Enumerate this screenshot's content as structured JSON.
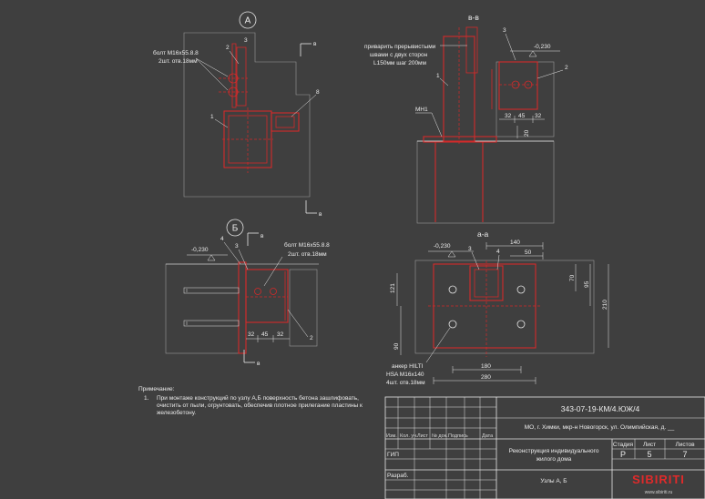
{
  "views": {
    "node_a": {
      "circle": "А",
      "bolt_line1": "болт М16х55.8.8",
      "bolt_line2": "2шт. отв.18мм",
      "pos_1": "1",
      "pos_2": "2",
      "pos_3": "3",
      "pos_8": "8",
      "cut_mark": "в"
    },
    "section_b": {
      "title": "в-в",
      "weld_note1": "приварить прерывистыми",
      "weld_note2": "швами с двух сторон",
      "weld_note3": "L150мм шаг 200мм",
      "mn1": "МН1",
      "level": "-0,230",
      "pos_1": "1",
      "pos_2": "2",
      "pos_3": "3",
      "dim_32a": "32",
      "dim_45": "45",
      "dim_32b": "32",
      "dim_20": "20"
    },
    "node_b": {
      "circle": "Б",
      "level": "-0,230",
      "bolt_line1": "болт М16х55.8.8",
      "bolt_line2": "2шт. отв.18мм",
      "pos_2": "2",
      "pos_3": "3",
      "pos_4": "4",
      "dim_32a": "32",
      "dim_45": "45",
      "dim_32b": "32",
      "cut_mark": "в"
    },
    "section_a": {
      "title": "а-а",
      "level": "-0,230",
      "pos_3": "3",
      "pos_4": "4",
      "dim_140": "140",
      "dim_50": "50",
      "dim_70": "70",
      "dim_95": "95",
      "dim_121": "121",
      "dim_210": "210",
      "dim_90": "90",
      "dim_180": "180",
      "dim_280": "280",
      "anchor1": "анкер HILTI",
      "anchor2": "HSA M16x140",
      "anchor3": "4шт. отв.18мм"
    }
  },
  "notes": {
    "heading": "Примечание:",
    "item_number": "1.",
    "line1": "При монтаже конструкций по узлу А,Б поверхность бетона зашлифовать,",
    "line2": "очистить от пыли, огрунтовать, обеспечив плотное прилегание пластины к",
    "line3": "железобетону."
  },
  "title_block": {
    "doc_code": "343-07-19-КМ/4.ЮЖ/4",
    "address": "МО, г. Химки, мкр-н Новогорск, ул. Олимпийская, д. __",
    "columns": [
      "Изм.",
      "Кол. уч.",
      "Лист",
      "№ док.",
      "Подпись",
      "Дата"
    ],
    "role_gip": "ГИП",
    "role_developer": "Разраб.",
    "project_line1": "Реконструкция индивидуального",
    "project_line2": "жилого дома",
    "sheet_title": "Узлы А, Б",
    "stage_label": "Стадия",
    "sheet_label": "Лист",
    "sheets_label": "Листов",
    "stage": "Р",
    "sheet": "5",
    "sheets": "7",
    "company": "SIBIRITI",
    "website": "www.sibiriti.ru"
  },
  "colors": {
    "background": "#3f3f3f",
    "lines": "#e6e6e6",
    "steel": "#d42a2a",
    "logo": "#e02a2a"
  }
}
